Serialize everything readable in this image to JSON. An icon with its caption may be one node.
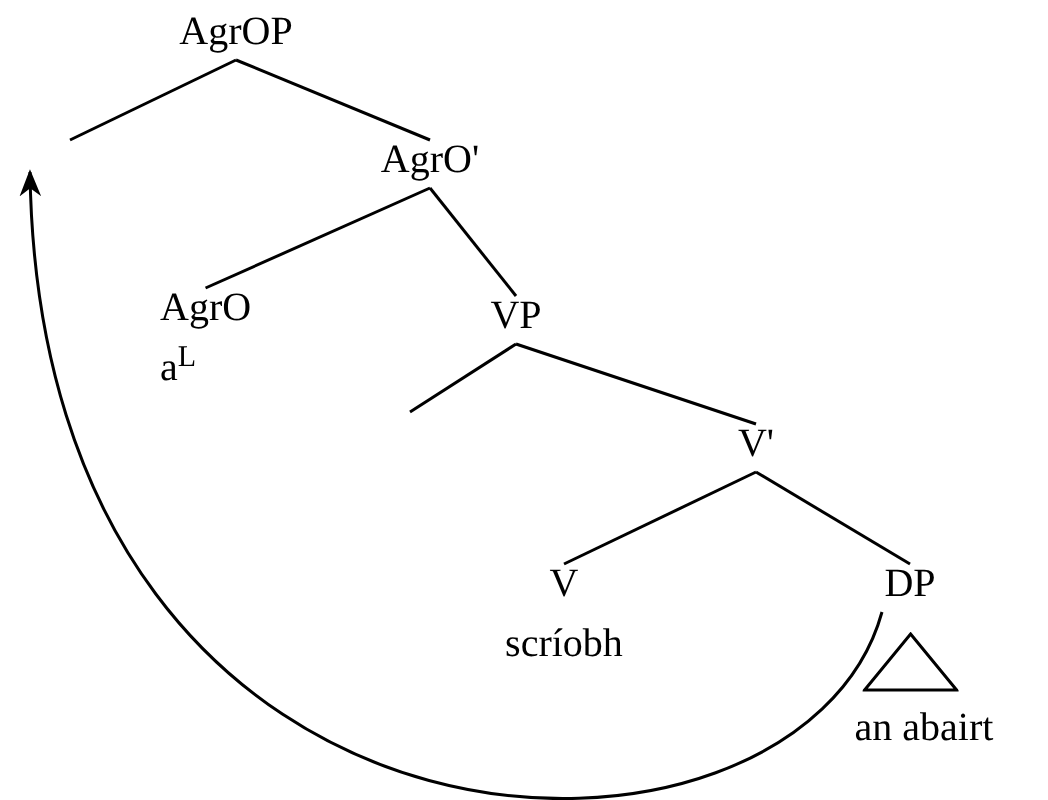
{
  "diagram": {
    "nodes": [
      {
        "text": [
          "AgrOP"
        ]
      },
      {
        "text": [
          "AgrO'"
        ]
      },
      {
        "text": [
          "AgrO",
          "a$^{L}$"
        ]
      },
      {
        "text": [
          "VP"
        ]
      },
      {
        "text": [
          "V'"
        ]
      },
      {
        "text": [
          "V",
          "scríobh"
        ]
      },
      {
        "text": [
          "DP"
        ]
      },
      {
        "text": [
          "an abairt"
        ]
      }
    ],
    "edges": [
      {
        "from": 0,
        "to": null,
        "arrow": "none"
      },
      {
        "from": 0,
        "to": 1,
        "arrow": "none"
      },
      {
        "from": 1,
        "to": 2,
        "arrow": "none"
      },
      {
        "from": 1,
        "to": 3,
        "arrow": "none"
      },
      {
        "from": 3,
        "to": null,
        "arrow": "none"
      },
      {
        "from": 3,
        "to": 4,
        "arrow": "none"
      },
      {
        "from": 4,
        "to": 5,
        "arrow": "none"
      },
      {
        "from": 4,
        "to": 6,
        "arrow": "none"
      },
      {
        "from": 6,
        "to": null,
        "arrow": "to"
      }
    ]
  }
}
